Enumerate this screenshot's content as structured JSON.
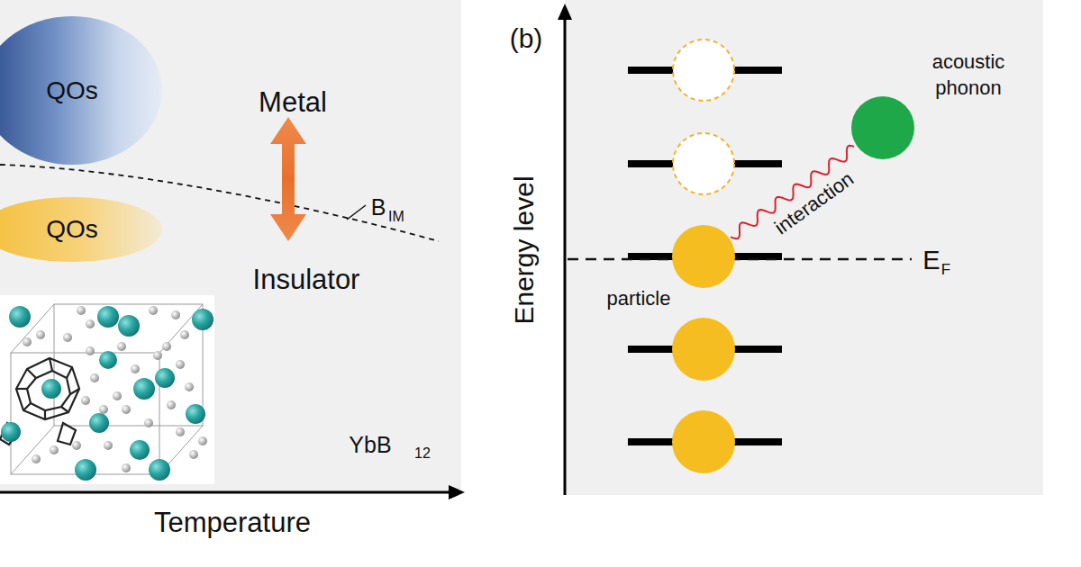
{
  "diagram": {
    "nodes": [
      {
        "text": [
          "QOs"
        ]
      },
      {
        "text": [
          "QOs"
        ]
      },
      {
        "text": [
          "particle"
        ]
      },
      {
        "text": [
          "acoustic phonon"
        ]
      }
    ],
    "edges": [
      {
        "from": 2,
        "to": 3,
        "arrow": "none",
        "label": "interaction"
      }
    ],
    "labels": [
      "Metal",
      "Insulator",
      "B",
      "IM",
      "YbB",
      "12",
      "Temperature",
      "(b)",
      "Energy level",
      "E",
      "F"
    ]
  }
}
